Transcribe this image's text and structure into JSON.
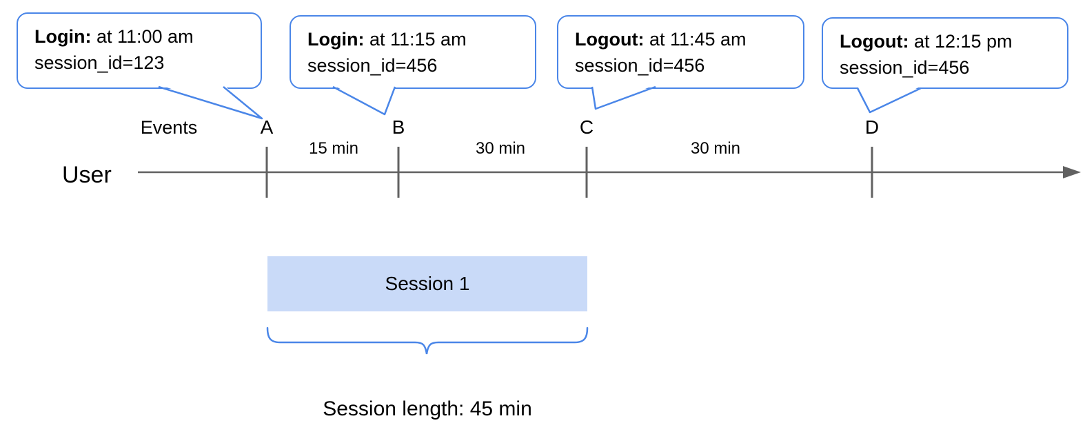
{
  "figure": {
    "events_label": "Events",
    "user_label": "User",
    "session_box_label": "Session 1",
    "session_length_label": "Session length: 45 min",
    "colors": {
      "callout_blue": "#4a86e8",
      "session_fill": "#c9daf8",
      "timeline_gray": "#616161",
      "text": "#000000"
    }
  },
  "bubbles": [
    {
      "event": "A",
      "title": "Login:",
      "time_text": " at 11:00 am",
      "session_text": "session_id=123"
    },
    {
      "event": "B",
      "title": "Login:",
      "time_text": " at 11:15 am",
      "session_text": "session_id=456"
    },
    {
      "event": "C",
      "title": "Logout:",
      "time_text": " at 11:45 am",
      "session_text": "session_id=456"
    },
    {
      "event": "D",
      "title": "Logout:",
      "time_text": " at 12:15 pm",
      "session_text": "session_id=456"
    }
  ],
  "timeline": {
    "event_markers": [
      "A",
      "B",
      "C",
      "D"
    ],
    "intervals": [
      {
        "from": "A",
        "to": "B",
        "label": "15 min"
      },
      {
        "from": "B",
        "to": "C",
        "label": "30 min"
      },
      {
        "from": "C",
        "to": "D",
        "label": "30 min"
      }
    ]
  }
}
